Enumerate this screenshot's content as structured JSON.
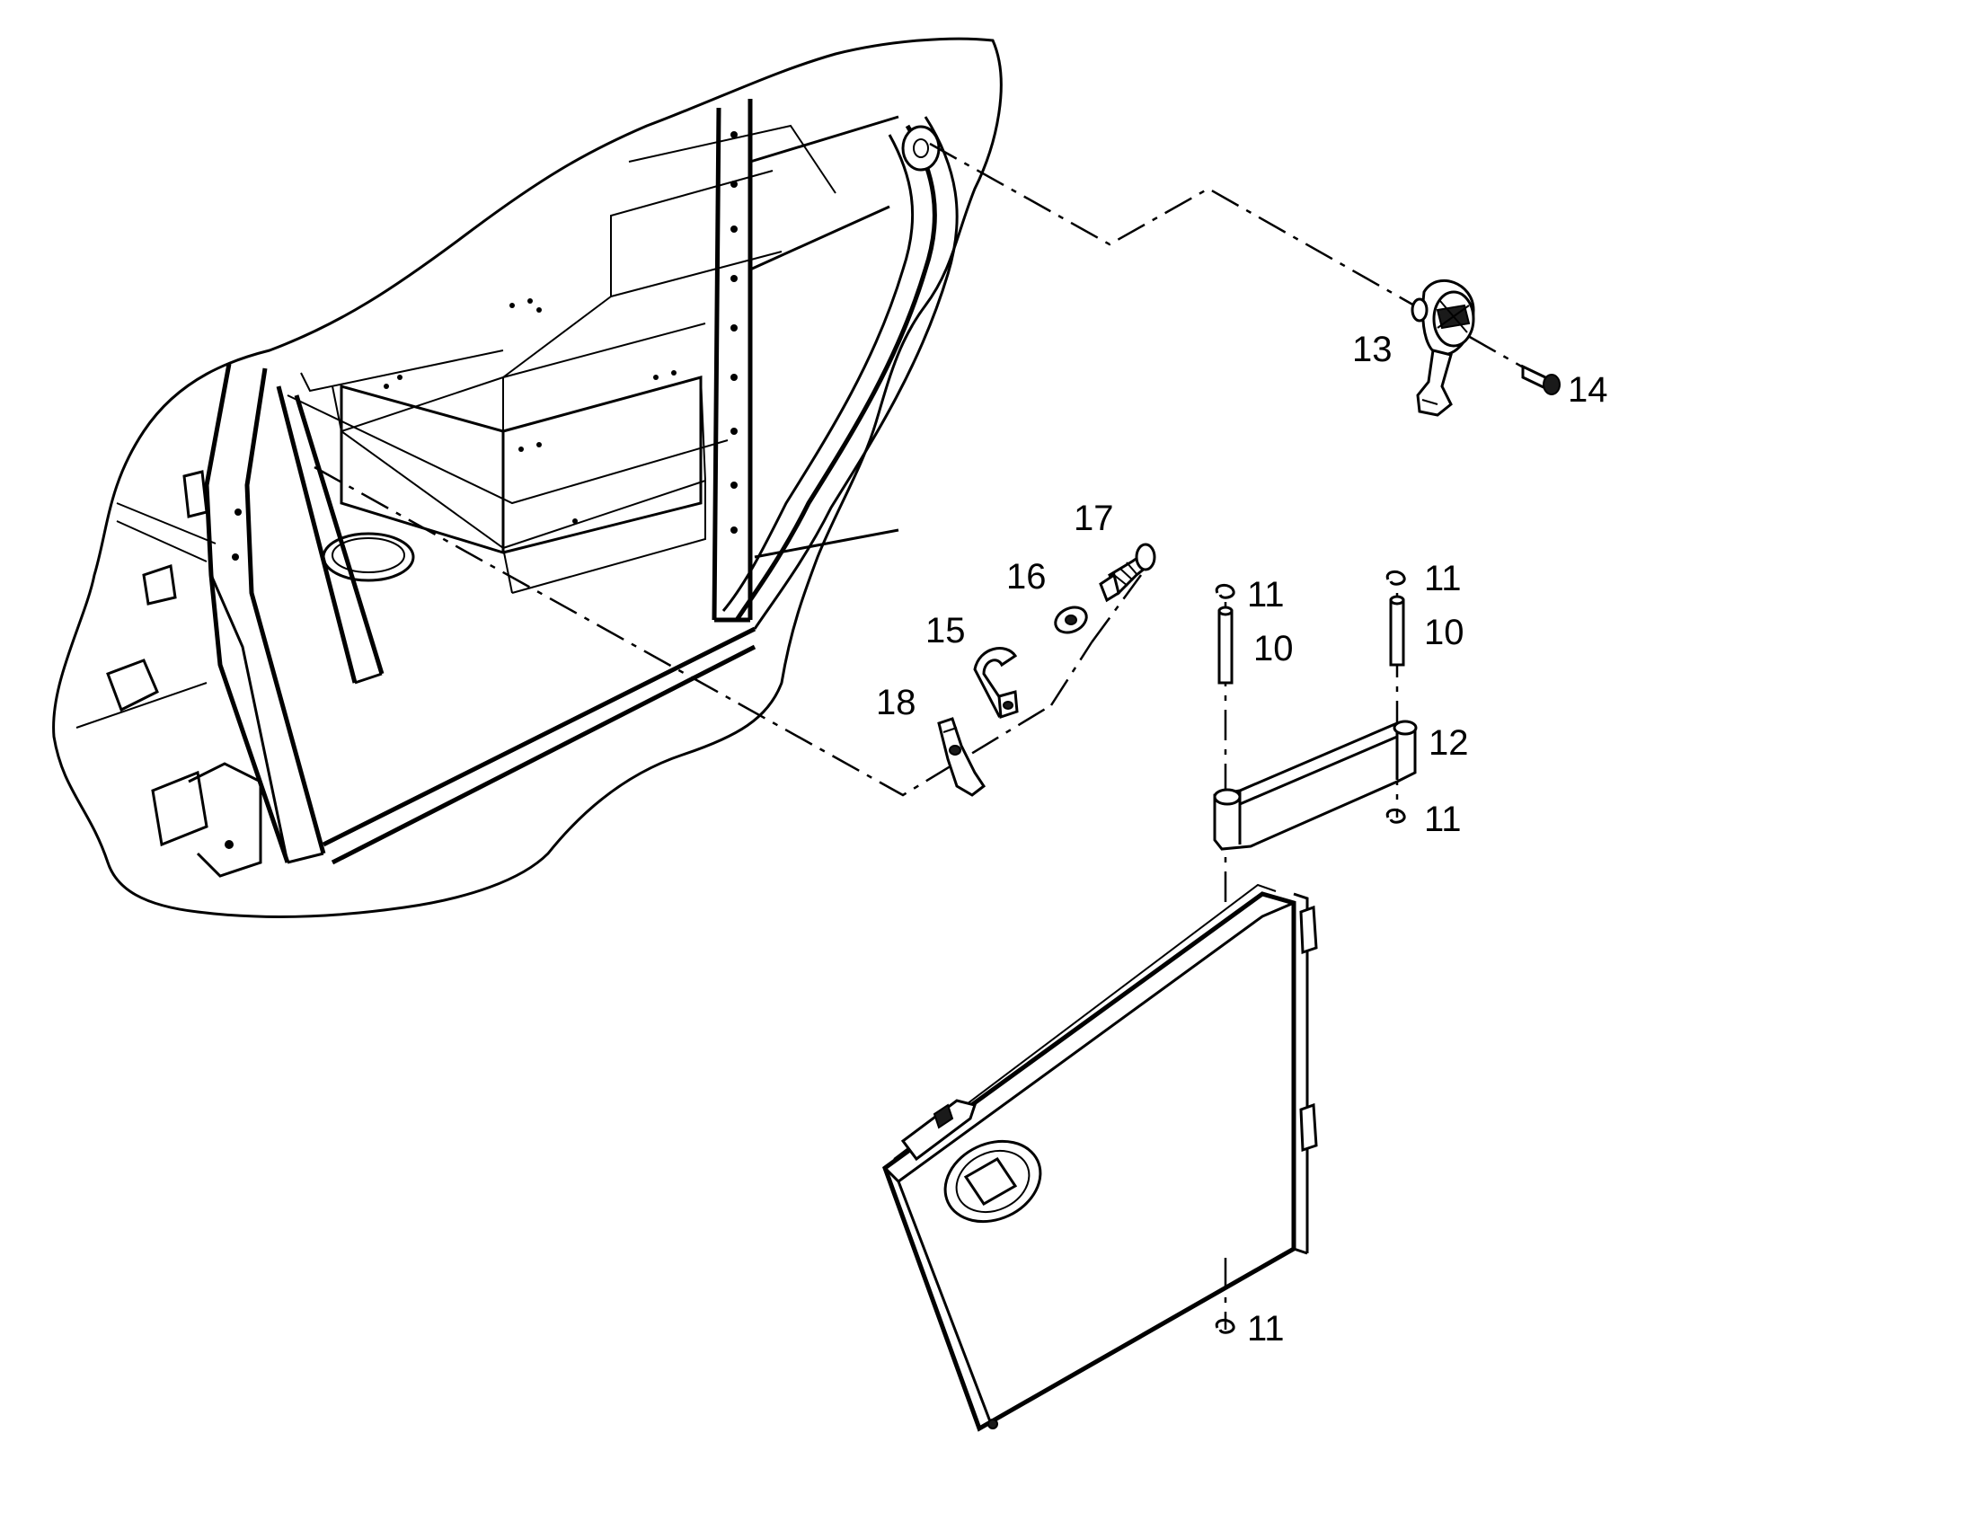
{
  "diagram": {
    "callouts": [
      {
        "id": "13",
        "text": "13"
      },
      {
        "id": "14",
        "text": "14"
      },
      {
        "id": "17",
        "text": "17"
      },
      {
        "id": "16",
        "text": "16"
      },
      {
        "id": "15",
        "text": "15"
      },
      {
        "id": "18",
        "text": "18"
      },
      {
        "id": "11a",
        "text": "11"
      },
      {
        "id": "11b",
        "text": "11"
      },
      {
        "id": "10a",
        "text": "10"
      },
      {
        "id": "10b",
        "text": "10"
      },
      {
        "id": "12",
        "text": "12"
      },
      {
        "id": "11c",
        "text": "11"
      },
      {
        "id": "11d",
        "text": "11"
      }
    ]
  }
}
